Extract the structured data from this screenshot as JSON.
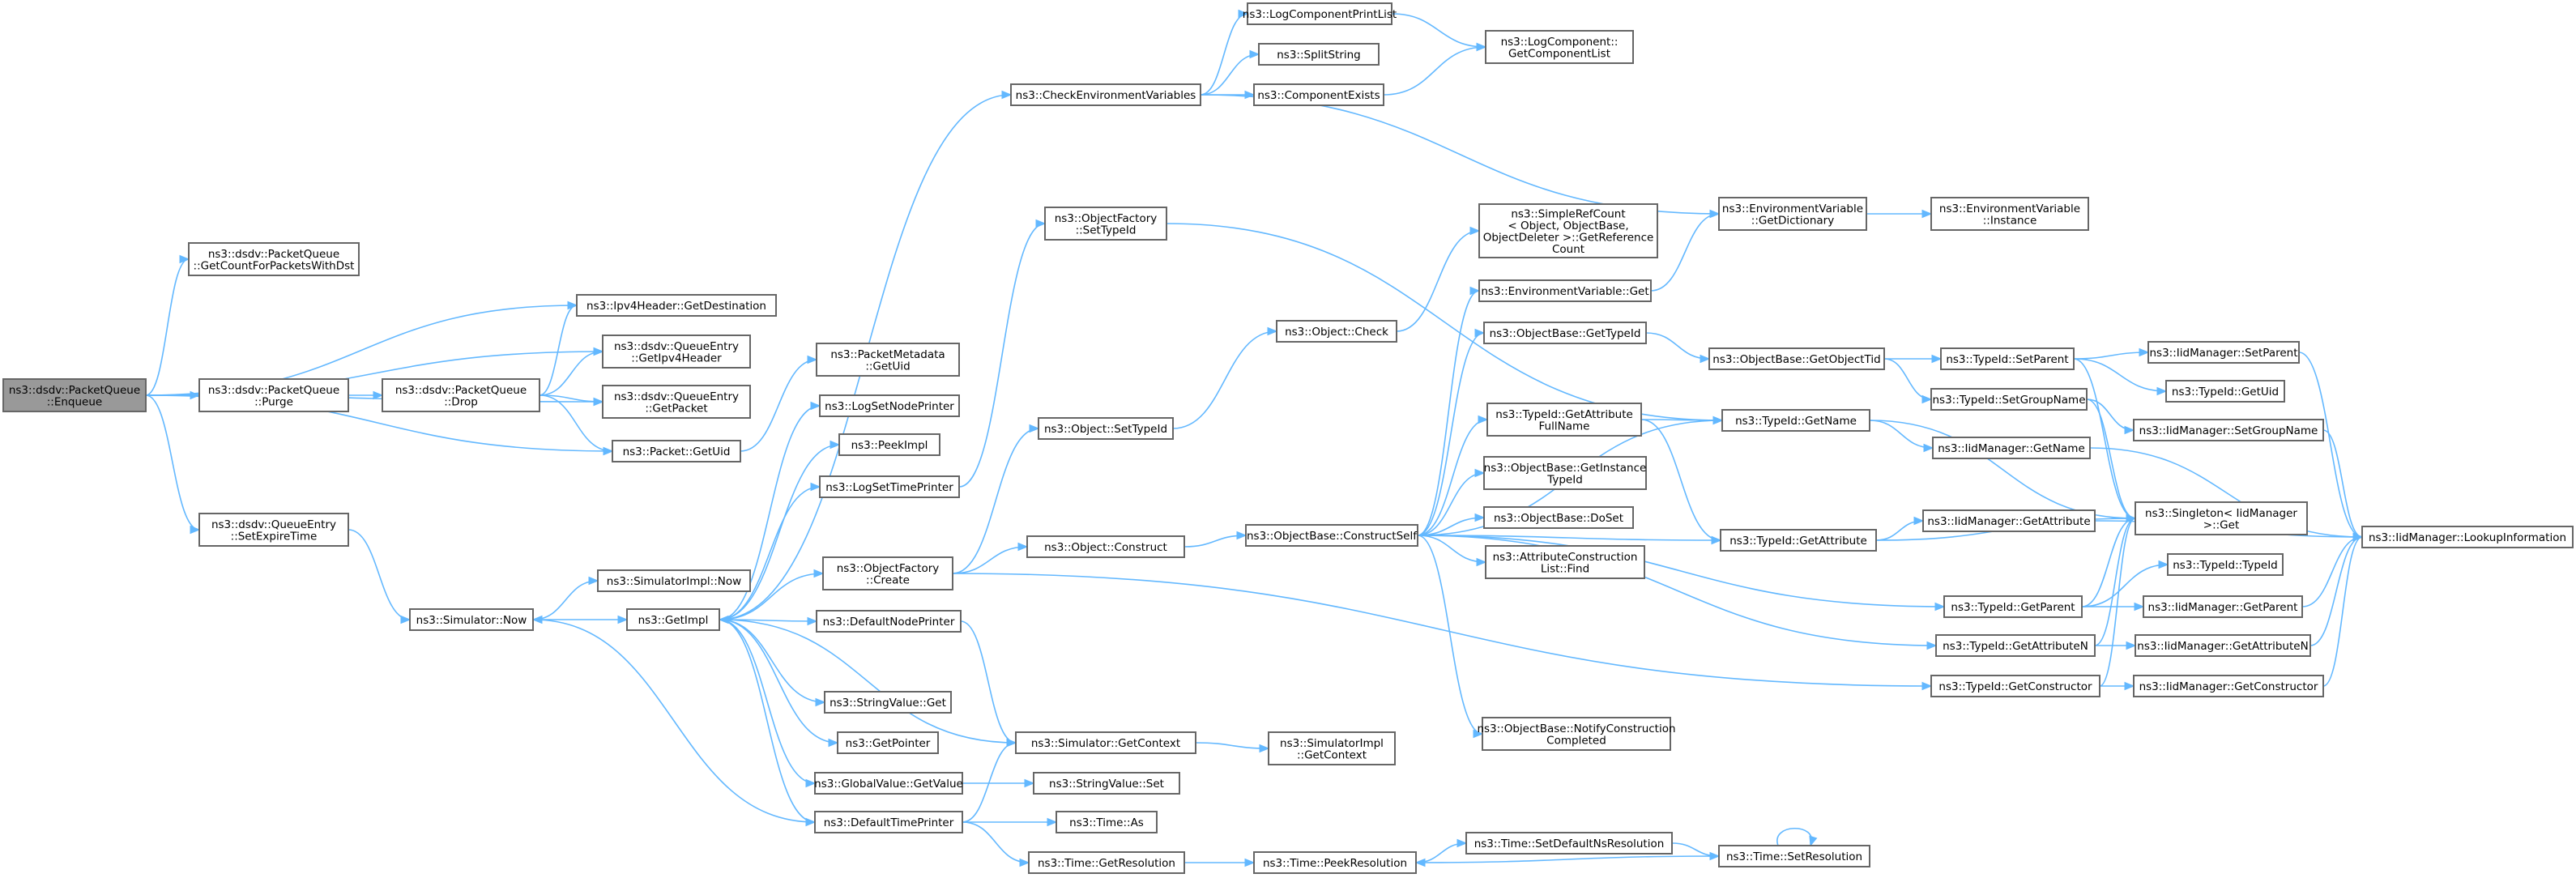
{
  "graph": {
    "title": "",
    "root": "root",
    "colors": {
      "node_fill": "#ffffff",
      "node_border": "#666666",
      "root_fill": "#999999",
      "edge": "#63b8ff",
      "text": "#000000"
    },
    "nodes": [
      {
        "id": "root",
        "lines": [
          "ns3::dsdv::PacketQueue",
          "::Enqueue"
        ]
      },
      {
        "id": "getcount",
        "lines": [
          "ns3::dsdv::PacketQueue",
          "::GetCountForPacketsWithDst"
        ]
      },
      {
        "id": "purge",
        "lines": [
          "ns3::dsdv::PacketQueue",
          "::Purge"
        ]
      },
      {
        "id": "setexpire",
        "lines": [
          "ns3::dsdv::QueueEntry",
          "::SetExpireTime"
        ]
      },
      {
        "id": "drop",
        "lines": [
          "ns3::dsdv::PacketQueue",
          "::Drop"
        ]
      },
      {
        "id": "getdest",
        "lines": [
          "ns3::Ipv4Header::GetDestination"
        ]
      },
      {
        "id": "getipv4",
        "lines": [
          "ns3::dsdv::QueueEntry",
          "::GetIpv4Header"
        ]
      },
      {
        "id": "getpacket",
        "lines": [
          "ns3::dsdv::QueueEntry",
          "::GetPacket"
        ]
      },
      {
        "id": "pktuid",
        "lines": [
          "ns3::Packet::GetUid"
        ]
      },
      {
        "id": "now",
        "lines": [
          "ns3::Simulator::Now"
        ]
      },
      {
        "id": "implnow",
        "lines": [
          "ns3::SimulatorImpl::Now"
        ]
      },
      {
        "id": "getimpl",
        "lines": [
          "ns3::GetImpl"
        ]
      },
      {
        "id": "metauid",
        "lines": [
          "ns3::PacketMetadata",
          "::GetUid"
        ]
      },
      {
        "id": "logsetnode",
        "lines": [
          "ns3::LogSetNodePrinter"
        ]
      },
      {
        "id": "peekimpl",
        "lines": [
          "ns3::PeekImpl"
        ]
      },
      {
        "id": "logsettime",
        "lines": [
          "ns3::LogSetTimePrinter"
        ]
      },
      {
        "id": "ofcreate",
        "lines": [
          "ns3::ObjectFactory",
          "::Create"
        ]
      },
      {
        "id": "defnode",
        "lines": [
          "ns3::DefaultNodePrinter"
        ]
      },
      {
        "id": "strget",
        "lines": [
          "ns3::StringValue::Get"
        ]
      },
      {
        "id": "getpointer",
        "lines": [
          "ns3::GetPointer"
        ]
      },
      {
        "id": "globalget",
        "lines": [
          "ns3::GlobalValue::GetValue"
        ]
      },
      {
        "id": "deftime",
        "lines": [
          "ns3::DefaultTimePrinter"
        ]
      },
      {
        "id": "checkenv",
        "lines": [
          "ns3::CheckEnvironmentVariables"
        ]
      },
      {
        "id": "logprint",
        "lines": [
          "ns3::LogComponentPrintList"
        ]
      },
      {
        "id": "split",
        "lines": [
          "ns3::SplitString"
        ]
      },
      {
        "id": "compexists",
        "lines": [
          "ns3::ComponentExists"
        ]
      },
      {
        "id": "getcomplist",
        "lines": [
          "ns3::LogComponent::",
          "GetComponentList"
        ]
      },
      {
        "id": "ofsettypeid",
        "lines": [
          "ns3::ObjectFactory",
          "::SetTypeId"
        ]
      },
      {
        "id": "objsettypeid",
        "lines": [
          "ns3::Object::SetTypeId"
        ]
      },
      {
        "id": "objconstruct",
        "lines": [
          "ns3::Object::Construct"
        ]
      },
      {
        "id": "simctx",
        "lines": [
          "ns3::Simulator::GetContext"
        ]
      },
      {
        "id": "strset",
        "lines": [
          "ns3::StringValue::Set"
        ]
      },
      {
        "id": "timeas",
        "lines": [
          "ns3::Time::As"
        ]
      },
      {
        "id": "timegetres",
        "lines": [
          "ns3::Time::GetResolution"
        ]
      },
      {
        "id": "implctx",
        "lines": [
          "ns3::SimulatorImpl",
          "::GetContext"
        ]
      },
      {
        "id": "objcheck",
        "lines": [
          "ns3::Object::Check"
        ]
      },
      {
        "id": "constructself",
        "lines": [
          "ns3::ObjectBase::ConstructSelf"
        ]
      },
      {
        "id": "peekres",
        "lines": [
          "ns3::Time::PeekResolution"
        ]
      },
      {
        "id": "simpleref",
        "lines": [
          "ns3::SimpleRefCount",
          "< Object, ObjectBase,",
          "ObjectDeleter >::GetReference",
          "Count"
        ]
      },
      {
        "id": "envget",
        "lines": [
          "ns3::EnvironmentVariable::Get"
        ]
      },
      {
        "id": "obgettypeid",
        "lines": [
          "ns3::ObjectBase::GetTypeId"
        ]
      },
      {
        "id": "tidgetattrfull",
        "lines": [
          "ns3::TypeId::GetAttribute",
          "FullName"
        ]
      },
      {
        "id": "obgetinst",
        "lines": [
          "ns3::ObjectBase::GetInstance",
          "TypeId"
        ]
      },
      {
        "id": "obdoset",
        "lines": [
          "ns3::ObjectBase::DoSet"
        ]
      },
      {
        "id": "acfind",
        "lines": [
          "ns3::AttributeConstruction",
          "List::Find"
        ]
      },
      {
        "id": "obnotify",
        "lines": [
          "ns3::ObjectBase::NotifyConstruction",
          "Completed"
        ]
      },
      {
        "id": "setdefres",
        "lines": [
          "ns3::Time::SetDefaultNsResolution"
        ]
      },
      {
        "id": "envdict",
        "lines": [
          "ns3::EnvironmentVariable",
          "::GetDictionary"
        ]
      },
      {
        "id": "envinst",
        "lines": [
          "ns3::EnvironmentVariable",
          "::Instance"
        ]
      },
      {
        "id": "obgetobjtid",
        "lines": [
          "ns3::ObjectBase::GetObjectTid"
        ]
      },
      {
        "id": "tidgetname",
        "lines": [
          "ns3::TypeId::GetName"
        ]
      },
      {
        "id": "tidgetattr",
        "lines": [
          "ns3::TypeId::GetAttribute"
        ]
      },
      {
        "id": "setres",
        "lines": [
          "ns3::Time::SetResolution"
        ]
      },
      {
        "id": "tidsetparent",
        "lines": [
          "ns3::TypeId::SetParent"
        ]
      },
      {
        "id": "tidsetgroup",
        "lines": [
          "ns3::TypeId::SetGroupName"
        ]
      },
      {
        "id": "iidgetname",
        "lines": [
          "ns3::IidManager::GetName"
        ]
      },
      {
        "id": "iidgetattr",
        "lines": [
          "ns3::IidManager::GetAttribute"
        ]
      },
      {
        "id": "tidgetparent",
        "lines": [
          "ns3::TypeId::GetParent"
        ]
      },
      {
        "id": "tidgetattrn",
        "lines": [
          "ns3::TypeId::GetAttributeN"
        ]
      },
      {
        "id": "tidgetctor",
        "lines": [
          "ns3::TypeId::GetConstructor"
        ]
      },
      {
        "id": "iidsetparent",
        "lines": [
          "ns3::IidManager::SetParent"
        ]
      },
      {
        "id": "tidgetuid",
        "lines": [
          "ns3::TypeId::GetUid"
        ]
      },
      {
        "id": "iidsetgroup",
        "lines": [
          "ns3::IidManager::SetGroupName"
        ]
      },
      {
        "id": "singleton",
        "lines": [
          "ns3::Singleton< IidManager",
          ">::Get"
        ]
      },
      {
        "id": "tidtypeid",
        "lines": [
          "ns3::TypeId::TypeId"
        ]
      },
      {
        "id": "iidgetparent",
        "lines": [
          "ns3::IidManager::GetParent"
        ]
      },
      {
        "id": "iidgetattrn",
        "lines": [
          "ns3::IidManager::GetAttributeN"
        ]
      },
      {
        "id": "iidgetctor",
        "lines": [
          "ns3::IidManager::GetConstructor"
        ]
      },
      {
        "id": "iidlookup",
        "lines": [
          "ns3::IidManager::LookupInformation"
        ]
      }
    ],
    "edges": [
      [
        "root",
        "getcount"
      ],
      [
        "root",
        "purge"
      ],
      [
        "root",
        "setexpire"
      ],
      [
        "root",
        "getdest"
      ],
      [
        "root",
        "getipv4"
      ],
      [
        "root",
        "getpacket"
      ],
      [
        "root",
        "pktuid"
      ],
      [
        "purge",
        "drop"
      ],
      [
        "drop",
        "getdest"
      ],
      [
        "drop",
        "getipv4"
      ],
      [
        "drop",
        "getpacket"
      ],
      [
        "drop",
        "pktuid"
      ],
      [
        "pktuid",
        "metauid"
      ],
      [
        "setexpire",
        "now"
      ],
      [
        "now",
        "implnow"
      ],
      [
        "now",
        "getimpl"
      ],
      [
        "getimpl",
        "logsetnode"
      ],
      [
        "getimpl",
        "peekimpl"
      ],
      [
        "getimpl",
        "logsettime"
      ],
      [
        "getimpl",
        "checkenv"
      ],
      [
        "getimpl",
        "ofcreate"
      ],
      [
        "getimpl",
        "defnode"
      ],
      [
        "getimpl",
        "strget"
      ],
      [
        "getimpl",
        "getpointer"
      ],
      [
        "getimpl",
        "globalget"
      ],
      [
        "getimpl",
        "deftime"
      ],
      [
        "checkenv",
        "logprint"
      ],
      [
        "checkenv",
        "split"
      ],
      [
        "checkenv",
        "compexists"
      ],
      [
        "checkenv",
        "envdict"
      ],
      [
        "logprint",
        "getcomplist"
      ],
      [
        "compexists",
        "getcomplist"
      ],
      [
        "logsettime",
        "ofsettypeid"
      ],
      [
        "ofsettypeid",
        "tidgetname"
      ],
      [
        "ofcreate",
        "objsettypeid"
      ],
      [
        "ofcreate",
        "objconstruct"
      ],
      [
        "ofcreate",
        "tidgetctor"
      ],
      [
        "objsettypeid",
        "objcheck"
      ],
      [
        "objcheck",
        "simpleref"
      ],
      [
        "objconstruct",
        "constructself"
      ],
      [
        "defnode",
        "simctx"
      ],
      [
        "simctx",
        "getimpl"
      ],
      [
        "simctx",
        "implctx"
      ],
      [
        "globalget",
        "strset"
      ],
      [
        "deftime",
        "timeas"
      ],
      [
        "deftime",
        "timegetres"
      ],
      [
        "deftime",
        "now"
      ],
      [
        "deftime",
        "simctx"
      ],
      [
        "timegetres",
        "peekres"
      ],
      [
        "constructself",
        "envget"
      ],
      [
        "constructself",
        "obgettypeid"
      ],
      [
        "constructself",
        "tidgetattrfull"
      ],
      [
        "constructself",
        "obgetinst"
      ],
      [
        "constructself",
        "obdoset"
      ],
      [
        "constructself",
        "acfind"
      ],
      [
        "constructself",
        "obnotify"
      ],
      [
        "constructself",
        "tidgetname"
      ],
      [
        "constructself",
        "tidgetattr"
      ],
      [
        "constructself",
        "tidgetparent"
      ],
      [
        "constructself",
        "tidgetattrn"
      ],
      [
        "envget",
        "envdict"
      ],
      [
        "envdict",
        "envinst"
      ],
      [
        "obgettypeid",
        "obgetobjtid"
      ],
      [
        "obgetobjtid",
        "tidsetparent"
      ],
      [
        "obgetobjtid",
        "tidsetgroup"
      ],
      [
        "tidgetattrfull",
        "tidgetname"
      ],
      [
        "tidgetattrfull",
        "tidgetattr"
      ],
      [
        "tidgetname",
        "iidgetname"
      ],
      [
        "tidgetname",
        "singleton"
      ],
      [
        "tidgetattr",
        "iidgetattr"
      ],
      [
        "tidgetattr",
        "singleton"
      ],
      [
        "tidsetparent",
        "iidsetparent"
      ],
      [
        "tidsetparent",
        "tidgetuid"
      ],
      [
        "tidsetparent",
        "singleton"
      ],
      [
        "tidsetgroup",
        "iidsetgroup"
      ],
      [
        "tidsetgroup",
        "singleton"
      ],
      [
        "tidgetparent",
        "tidtypeid"
      ],
      [
        "tidgetparent",
        "iidgetparent"
      ],
      [
        "tidgetparent",
        "singleton"
      ],
      [
        "tidgetattrn",
        "iidgetattrn"
      ],
      [
        "tidgetattrn",
        "singleton"
      ],
      [
        "tidgetctor",
        "iidgetctor"
      ],
      [
        "tidgetctor",
        "singleton"
      ],
      [
        "iidsetparent",
        "iidlookup"
      ],
      [
        "iidsetgroup",
        "iidlookup"
      ],
      [
        "iidgetname",
        "iidlookup"
      ],
      [
        "iidgetattr",
        "iidlookup"
      ],
      [
        "iidgetparent",
        "iidlookup"
      ],
      [
        "iidgetattrn",
        "iidlookup"
      ],
      [
        "iidgetctor",
        "iidlookup"
      ],
      [
        "peekres",
        "setdefres"
      ],
      [
        "setdefres",
        "setres"
      ],
      [
        "setres",
        "peekres"
      ],
      [
        "setres",
        "setres"
      ]
    ]
  }
}
